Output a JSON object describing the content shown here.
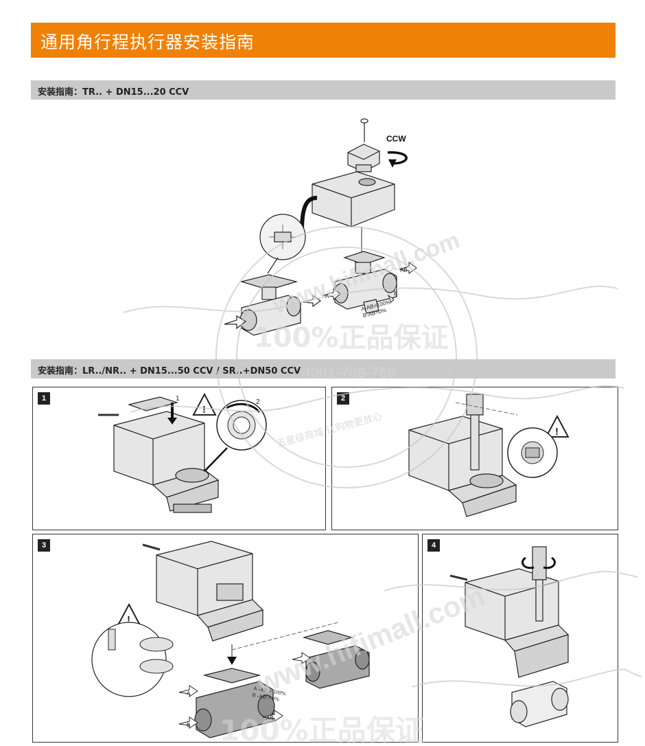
{
  "title": "通用角行程执行器安装指南",
  "sections": [
    {
      "label": "安装指南：TR.. + DN15...20 CCV"
    },
    {
      "label": "安装指南：LR../NR.. + DN15...50 CCV / SR..+DN50 CCV"
    }
  ],
  "figure1": {
    "rotation_label": "CCW",
    "port_a": "A",
    "port_b": "B",
    "port_ab": "AB",
    "flow_line1": "A-AB=100%",
    "flow_line2": "B-AB=0%"
  },
  "steps": [
    {
      "number": "1",
      "callout1": "1",
      "callout2": "2"
    },
    {
      "number": "2"
    },
    {
      "number": "3",
      "port_a": "A",
      "port_b": "B",
      "port_ab": "AB",
      "flow_line1": "A -AB = 100%",
      "flow_line2": "B -AB = 0%"
    },
    {
      "number": "4"
    }
  ],
  "watermark": {
    "line1": "www.hifimall.com",
    "line2": "100%正品保证",
    "line3": "4001-766-766",
    "line4": "五星级商城·让购物更放心"
  }
}
